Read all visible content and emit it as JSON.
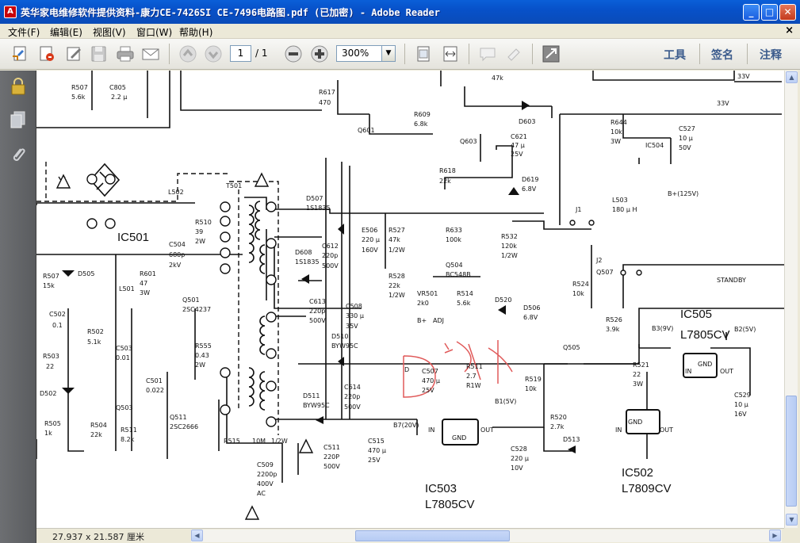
{
  "window": {
    "title": "英华家电维修软件提供资料-康力CE-7426SI CE-7496电路图.pdf  (已加密)  - Adobe Reader",
    "app_icon": "adobe-reader-icon",
    "min_label": "_",
    "max_label": "□",
    "close_label": "✕"
  },
  "menu": {
    "items": [
      "文件(F)",
      "编辑(E)",
      "视图(V)",
      "窗口(W)",
      "帮助(H)"
    ],
    "doc_close": "×"
  },
  "toolbar": {
    "page_current": "1",
    "page_total": "/ 1",
    "zoom": "300%",
    "right_tools": [
      "工具",
      "签名",
      "注释"
    ]
  },
  "status": {
    "dimensions": "27.937 x 21.587 厘米"
  },
  "schematic": {
    "labels": [
      {
        "t": "R507",
        "c": "r"
      },
      {
        "t": "5.6k",
        "c": "r"
      },
      {
        "t": "C805",
        "c": "r"
      },
      {
        "t": "2.2 μ",
        "c": "r"
      },
      {
        "t": "R617",
        "c": "r"
      },
      {
        "t": "470",
        "c": "r"
      },
      {
        "t": "47k",
        "c": "r"
      },
      {
        "t": "R609",
        "c": "r"
      },
      {
        "t": "6.8k",
        "c": "r"
      },
      {
        "t": "Q601",
        "c": "r"
      },
      {
        "t": "Q603",
        "c": "r"
      },
      {
        "t": "D603",
        "c": "r"
      },
      {
        "t": "C621",
        "c": "r"
      },
      {
        "t": "47 μ",
        "c": "r"
      },
      {
        "t": "25V",
        "c": "r"
      },
      {
        "t": "R618",
        "c": "r"
      },
      {
        "t": "22k",
        "c": "r"
      },
      {
        "t": "D619",
        "c": "r"
      },
      {
        "t": "6.8V",
        "c": "r"
      },
      {
        "t": "R644",
        "c": "r"
      },
      {
        "t": "10k",
        "c": "r"
      },
      {
        "t": "3W",
        "c": "r"
      },
      {
        "t": "IC504",
        "c": "r"
      },
      {
        "t": "C527",
        "c": "r"
      },
      {
        "t": "10 μ",
        "c": "r"
      },
      {
        "t": "50V",
        "c": "r"
      },
      {
        "t": "33V",
        "c": "r"
      },
      {
        "t": "33V",
        "c": "r"
      },
      {
        "t": "L502",
        "c": "r"
      },
      {
        "t": "T501",
        "c": "r"
      },
      {
        "t": "D507",
        "c": "r"
      },
      {
        "t": "1S1835",
        "c": "r"
      },
      {
        "t": "L503",
        "c": "r"
      },
      {
        "t": "180 μ H",
        "c": "r"
      },
      {
        "t": "B+(125V)",
        "c": "r"
      },
      {
        "t": "J1",
        "c": "r"
      },
      {
        "t": "IC501",
        "c": "big"
      },
      {
        "t": "R510",
        "c": "r"
      },
      {
        "t": "39",
        "c": "r"
      },
      {
        "t": "2W",
        "c": "r"
      },
      {
        "t": "C504",
        "c": "r"
      },
      {
        "t": "680p",
        "c": "r"
      },
      {
        "t": "2kV",
        "c": "r"
      },
      {
        "t": "C612",
        "c": "r"
      },
      {
        "t": "220p",
        "c": "r"
      },
      {
        "t": "500V",
        "c": "r"
      },
      {
        "t": "E506",
        "c": "r"
      },
      {
        "t": "220 μ",
        "c": "r"
      },
      {
        "t": "160V",
        "c": "r"
      },
      {
        "t": "R527",
        "c": "r"
      },
      {
        "t": "47k",
        "c": "r"
      },
      {
        "t": "1/2W",
        "c": "r"
      },
      {
        "t": "R633",
        "c": "r"
      },
      {
        "t": "100k",
        "c": "r"
      },
      {
        "t": "R532",
        "c": "r"
      },
      {
        "t": "120k",
        "c": "r"
      },
      {
        "t": "1/2W",
        "c": "r"
      },
      {
        "t": "Q504",
        "c": "r"
      },
      {
        "t": "BC548B",
        "c": "r"
      },
      {
        "t": "J2",
        "c": "r"
      },
      {
        "t": "Q507",
        "c": "r"
      },
      {
        "t": "STANDBY",
        "c": "r"
      },
      {
        "t": "R507",
        "c": "r"
      },
      {
        "t": "15k",
        "c": "r"
      },
      {
        "t": "D505",
        "c": "r"
      },
      {
        "t": "R601",
        "c": "r"
      },
      {
        "t": "47",
        "c": "r"
      },
      {
        "t": "3W",
        "c": "r"
      },
      {
        "t": "L501",
        "c": "r"
      },
      {
        "t": "D608",
        "c": "r"
      },
      {
        "t": "1S1835",
        "c": "r"
      },
      {
        "t": "R528",
        "c": "r"
      },
      {
        "t": "22k",
        "c": "r"
      },
      {
        "t": "1/2W",
        "c": "r"
      },
      {
        "t": "Q501",
        "c": "r"
      },
      {
        "t": "2SC4237",
        "c": "r"
      },
      {
        "t": "C613",
        "c": "r"
      },
      {
        "t": "220p",
        "c": "r"
      },
      {
        "t": "500V",
        "c": "r"
      },
      {
        "t": "C508",
        "c": "r"
      },
      {
        "t": "330 μ",
        "c": "r"
      },
      {
        "t": "35V",
        "c": "r"
      },
      {
        "t": "VR501",
        "c": "r"
      },
      {
        "t": "2k0",
        "c": "r"
      },
      {
        "t": "B+",
        "c": "r"
      },
      {
        "t": "ADJ",
        "c": "r"
      },
      {
        "t": "R514",
        "c": "r"
      },
      {
        "t": "5.6k",
        "c": "r"
      },
      {
        "t": "D520",
        "c": "r"
      },
      {
        "t": "D506",
        "c": "r"
      },
      {
        "t": "6.8V",
        "c": "r"
      },
      {
        "t": "R524",
        "c": "r"
      },
      {
        "t": "10k",
        "c": "r"
      },
      {
        "t": "C502",
        "c": "r"
      },
      {
        "t": "0.1",
        "c": "r"
      },
      {
        "t": "R502",
        "c": "r"
      },
      {
        "t": "5.1k",
        "c": "r"
      },
      {
        "t": "R503",
        "c": "r"
      },
      {
        "t": "22",
        "c": "r"
      },
      {
        "t": "C503",
        "c": "r"
      },
      {
        "t": "0.01",
        "c": "r"
      },
      {
        "t": "R555",
        "c": "r"
      },
      {
        "t": "0.43",
        "c": "r"
      },
      {
        "t": "2W",
        "c": "r"
      },
      {
        "t": "D510",
        "c": "r"
      },
      {
        "t": "BYW95C",
        "c": "r"
      },
      {
        "t": "R526",
        "c": "r"
      },
      {
        "t": "3.9k",
        "c": "r"
      },
      {
        "t": "IC505",
        "c": "big"
      },
      {
        "t": "L7805CV",
        "c": "big"
      },
      {
        "t": "B3(9V)",
        "c": "r"
      },
      {
        "t": "B2(5V)",
        "c": "r"
      },
      {
        "t": "Q505",
        "c": "r"
      },
      {
        "t": "R521",
        "c": "r"
      },
      {
        "t": "22",
        "c": "r"
      },
      {
        "t": "3W",
        "c": "r"
      },
      {
        "t": "C507",
        "c": "r"
      },
      {
        "t": "470 μ",
        "c": "r"
      },
      {
        "t": "25V",
        "c": "r"
      },
      {
        "t": "R511",
        "c": "r"
      },
      {
        "t": "2.7",
        "c": "r"
      },
      {
        "t": "R1W",
        "c": "r"
      },
      {
        "t": "R519",
        "c": "r"
      },
      {
        "t": "10k",
        "c": "r"
      },
      {
        "t": "D502",
        "c": "r"
      },
      {
        "t": "Q503",
        "c": "r"
      },
      {
        "t": "C501",
        "c": "r"
      },
      {
        "t": "0.022",
        "c": "r"
      },
      {
        "t": "C614",
        "c": "r"
      },
      {
        "t": "220p",
        "c": "r"
      },
      {
        "t": "500V",
        "c": "r"
      },
      {
        "t": "C529",
        "c": "r"
      },
      {
        "t": "10 μ",
        "c": "r"
      },
      {
        "t": "16V",
        "c": "r"
      },
      {
        "t": "R505",
        "c": "r"
      },
      {
        "t": "1k",
        "c": "r"
      },
      {
        "t": "R504",
        "c": "r"
      },
      {
        "t": "22k",
        "c": "r"
      },
      {
        "t": "R511",
        "c": "r"
      },
      {
        "t": "8.2k",
        "c": "r"
      },
      {
        "t": "Q511",
        "c": "r"
      },
      {
        "t": "2SC2666",
        "c": "r"
      },
      {
        "t": "D511",
        "c": "r"
      },
      {
        "t": "BYW95C",
        "c": "r"
      },
      {
        "t": "B7(20V)",
        "c": "r"
      },
      {
        "t": "B1(5V)",
        "c": "r"
      },
      {
        "t": "R520",
        "c": "r"
      },
      {
        "t": "2.7k",
        "c": "r"
      },
      {
        "t": "D513",
        "c": "r"
      },
      {
        "t": "R515",
        "c": "r"
      },
      {
        "t": "10M",
        "c": "r"
      },
      {
        "t": "1/2W",
        "c": "r"
      },
      {
        "t": "C511",
        "c": "r"
      },
      {
        "t": "220P",
        "c": "r"
      },
      {
        "t": "500V",
        "c": "r"
      },
      {
        "t": "C515",
        "c": "r"
      },
      {
        "t": "470 μ",
        "c": "r"
      },
      {
        "t": "25V",
        "c": "r"
      },
      {
        "t": "C528",
        "c": "r"
      },
      {
        "t": "220 μ",
        "c": "r"
      },
      {
        "t": "10V",
        "c": "r"
      },
      {
        "t": "C509",
        "c": "r"
      },
      {
        "t": "2200p",
        "c": "r"
      },
      {
        "t": "400V",
        "c": "r"
      },
      {
        "t": "AC",
        "c": "r"
      },
      {
        "t": "IC503",
        "c": "big"
      },
      {
        "t": "L7805CV",
        "c": "big"
      },
      {
        "t": "IC502",
        "c": "big"
      },
      {
        "t": "L7809CV",
        "c": "big"
      },
      {
        "t": "IN",
        "c": "r"
      },
      {
        "t": "GND",
        "c": "r"
      },
      {
        "t": "OUT",
        "c": "r"
      },
      {
        "t": "IN",
        "c": "r"
      },
      {
        "t": "GND",
        "c": "r"
      },
      {
        "t": "OUT",
        "c": "r"
      },
      {
        "t": "IN",
        "c": "r"
      },
      {
        "t": "GND",
        "c": "r"
      },
      {
        "t": "OUT",
        "c": "r"
      },
      {
        "t": "D",
        "c": "r"
      }
    ]
  }
}
